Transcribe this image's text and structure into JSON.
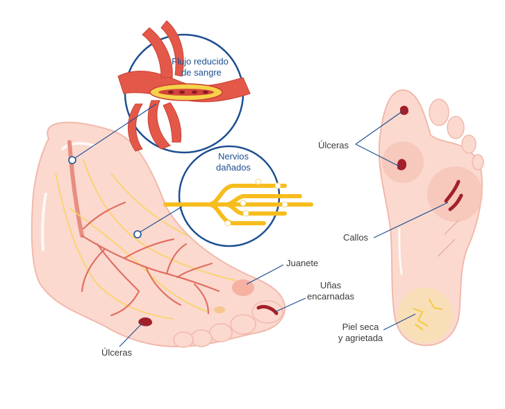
{
  "labels": {
    "blood_flow_line1": "Flujo reducido",
    "blood_flow_line2": "de sangre",
    "nerves_line1": "Nervios",
    "nerves_line2": "dañados",
    "ulcers_side": "Úlceras",
    "bunion": "Juanete",
    "ingrown_line1": "Uñas",
    "ingrown_line2": "encarnadas",
    "ulcers_sole": "Úlceras",
    "calluses": "Callos",
    "dry_line1": "Piel seca",
    "dry_line2": "y agrietada"
  },
  "colors": {
    "skin": "#fbd9cf",
    "skin_shadow": "#f5bfb2",
    "vein": "#e0786a",
    "artery": "#e4584a",
    "nerve": "#f7bd1e",
    "wound": "#a3202a",
    "accent": "#1d4f91"
  }
}
